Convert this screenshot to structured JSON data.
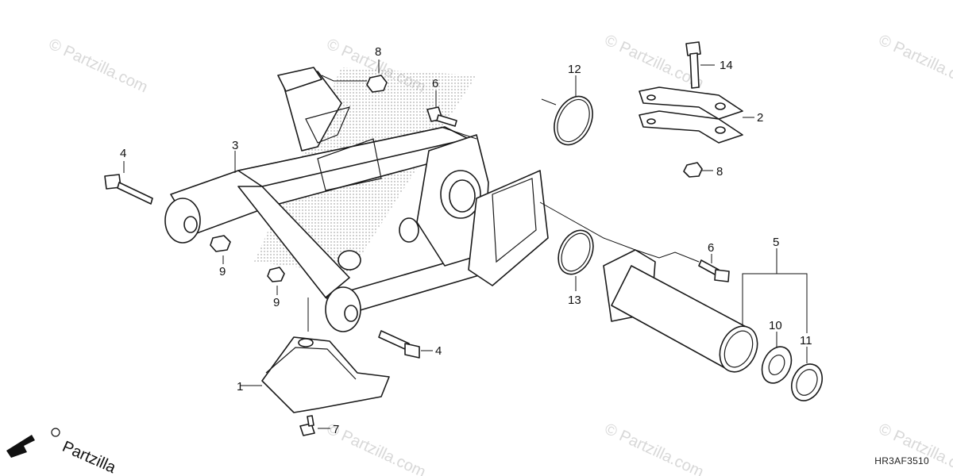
{
  "diagram": {
    "callouts": [
      "1",
      "2",
      "3",
      "4",
      "4",
      "5",
      "6",
      "6",
      "7",
      "8",
      "8",
      "9",
      "9",
      "10",
      "11",
      "12",
      "13",
      "14"
    ],
    "watermark_text": "© Partzilla.com",
    "brand_logo": "Partzilla",
    "diagram_code": "HR3AF3510",
    "colors": {
      "line": "#1a1a1a",
      "watermark": "#d8d8d8",
      "background": "#ffffff"
    }
  }
}
